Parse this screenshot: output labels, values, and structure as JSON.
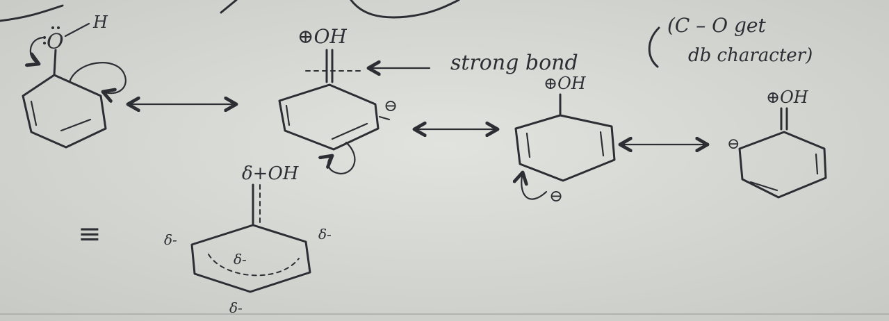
{
  "note": {
    "strong_bond_text": "strong bond",
    "paren_line1": "(C – O get",
    "paren_line2": "db character)"
  },
  "labels": {
    "h": "H",
    "o_lone_pairs": "O",
    "plus_oh": "⊕OH",
    "partial_plus_oh": "δ+OH",
    "minus": "⊖",
    "delta_minus": "δ-",
    "equiv": "≡"
  },
  "colors": {
    "paper": "#d4d6d2",
    "ink": "#2b2e33"
  }
}
